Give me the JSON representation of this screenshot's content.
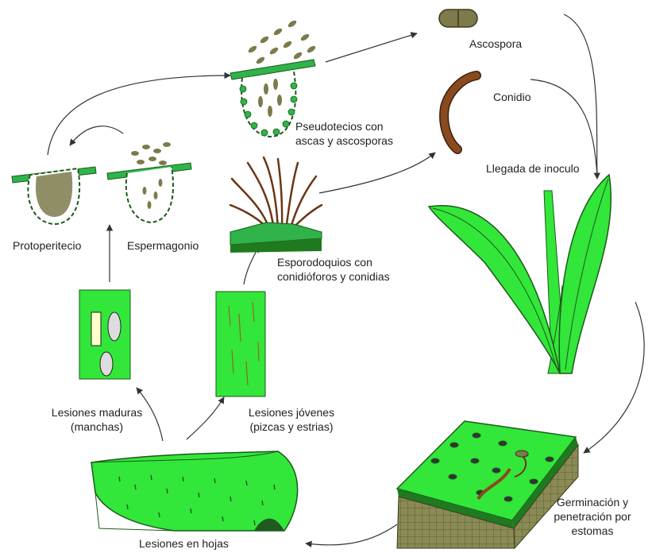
{
  "colors": {
    "leaf_green": "#33e63a",
    "leaf_dark": "#1f7a1f",
    "spore_olive": "#7d7a4b",
    "conidium_brown": "#8a4a1e",
    "arrow": "#333333",
    "text": "#222222"
  },
  "labels": {
    "ascospora": "Ascospora",
    "conidio": "Conidio",
    "pseudotecios": [
      "Pseudotecios con",
      "ascas y ascosporas"
    ],
    "llegada": "Llegada de inoculo",
    "protoperitecio": "Protoperitecio",
    "espermagonio": "Espermagonio",
    "esporodoquios": [
      "Esporodoquios con",
      "conidióforos y conidias"
    ],
    "lesiones_maduras": [
      "Lesiones maduras",
      "(manchas)"
    ],
    "lesiones_jovenes": [
      "Lesiones jóvenes",
      "(pizcas y estrias)"
    ],
    "germinacion": [
      "Germinación y",
      "penetración por",
      "estomas"
    ],
    "lesiones_hojas": "Lesiones en hojas"
  }
}
